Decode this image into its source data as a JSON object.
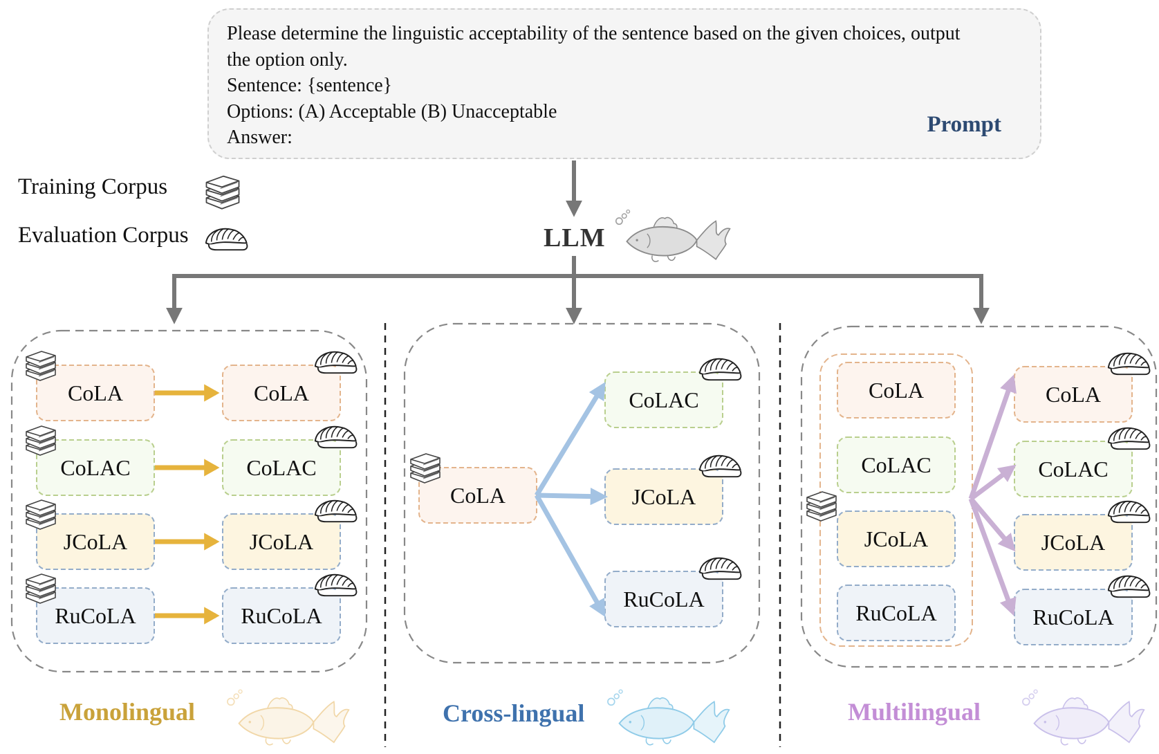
{
  "prompt": {
    "lines": [
      "Please determine the linguistic acceptability of the sentence based on the given choices, output",
      "the option only.",
      "Sentence: {sentence}",
      "Options: (A) Acceptable (B) Unacceptable",
      "Answer:"
    ],
    "label": "Prompt",
    "label_color": "#2d4a72"
  },
  "legend": {
    "training": {
      "label": "Training Corpus",
      "icon": "books-stack-icon"
    },
    "evaluation": {
      "label": "Evaluation Corpus",
      "icon": "sushi-icon"
    }
  },
  "llm": {
    "label": "LLM",
    "icon": "goldfish-icon"
  },
  "datasets": {
    "cola": {
      "name": "CoLA",
      "fill": "#fdf4ee",
      "border": "#e3b48c"
    },
    "colac": {
      "name": "CoLAC",
      "fill": "#f6fbf1",
      "border": "#b9cf8e"
    },
    "jcola": {
      "name": "JCoLA",
      "fill": "#fdf5e0",
      "border": "#93acc9"
    },
    "rucola": {
      "name": "RuCoLA",
      "fill": "#eff3f8",
      "border": "#93acc9"
    }
  },
  "sections": {
    "monolingual": {
      "title": "Monolingual",
      "color": "#c9a23a",
      "arrow_color": "#e6b33c",
      "rows": [
        {
          "train": "CoLA",
          "eval": "CoLA"
        },
        {
          "train": "CoLAC",
          "eval": "CoLAC"
        },
        {
          "train": "JCoLA",
          "eval": "JCoLA"
        },
        {
          "train": "RuCoLA",
          "eval": "RuCoLA"
        }
      ]
    },
    "crosslingual": {
      "title": "Cross-lingual",
      "color": "#3f72ad",
      "arrow_color": "#a4c3e3",
      "train": "CoLA",
      "eval": [
        "CoLAC",
        "JCoLA",
        "RuCoLA"
      ]
    },
    "multilingual": {
      "title": "Multilingual",
      "color": "#c38ed6",
      "arrow_color": "#c9b0d4",
      "train": [
        "CoLA",
        "CoLAC",
        "JCoLA",
        "RuCoLA"
      ],
      "eval": [
        "CoLA",
        "CoLAC",
        "JCoLA",
        "RuCoLA"
      ]
    }
  },
  "colors": {
    "connector": "#777777",
    "section_border": "#888888",
    "divider": "#222222"
  }
}
